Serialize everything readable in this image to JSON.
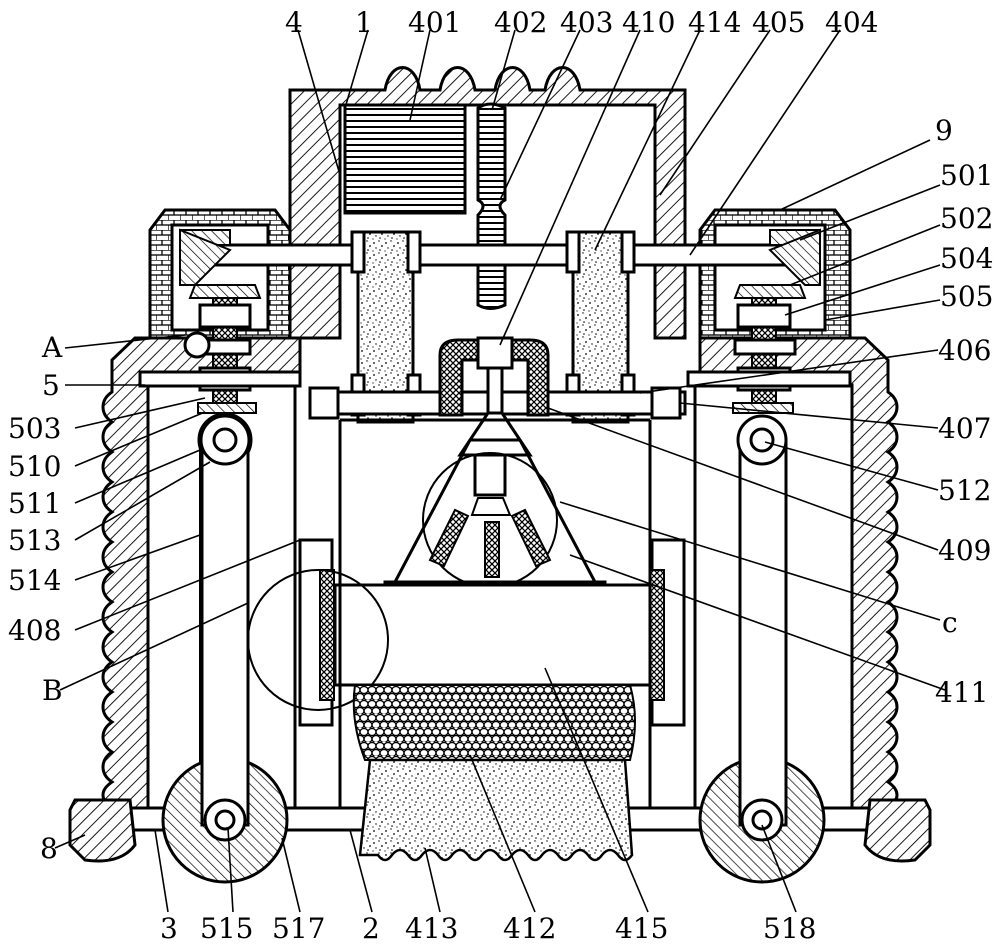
{
  "figure": {
    "labels": [
      {
        "id": "lbl-4",
        "text": "4"
      },
      {
        "id": "lbl-1",
        "text": "1"
      },
      {
        "id": "lbl-401",
        "text": "401"
      },
      {
        "id": "lbl-402",
        "text": "402"
      },
      {
        "id": "lbl-403",
        "text": "403"
      },
      {
        "id": "lbl-410",
        "text": "410"
      },
      {
        "id": "lbl-414",
        "text": "414"
      },
      {
        "id": "lbl-405",
        "text": "405"
      },
      {
        "id": "lbl-404",
        "text": "404"
      },
      {
        "id": "lbl-9",
        "text": "9"
      },
      {
        "id": "lbl-501",
        "text": "501"
      },
      {
        "id": "lbl-502",
        "text": "502"
      },
      {
        "id": "lbl-504",
        "text": "504"
      },
      {
        "id": "lbl-505",
        "text": "505"
      },
      {
        "id": "lbl-A",
        "text": "A"
      },
      {
        "id": "lbl-406",
        "text": "406"
      },
      {
        "id": "lbl-5",
        "text": "5"
      },
      {
        "id": "lbl-503",
        "text": "503"
      },
      {
        "id": "lbl-407",
        "text": "407"
      },
      {
        "id": "lbl-510",
        "text": "510"
      },
      {
        "id": "lbl-512",
        "text": "512"
      },
      {
        "id": "lbl-511",
        "text": "511"
      },
      {
        "id": "lbl-513",
        "text": "513"
      },
      {
        "id": "lbl-409",
        "text": "409"
      },
      {
        "id": "lbl-514",
        "text": "514"
      },
      {
        "id": "lbl-408",
        "text": "408"
      },
      {
        "id": "lbl-c",
        "text": "c"
      },
      {
        "id": "lbl-B",
        "text": "B"
      },
      {
        "id": "lbl-411",
        "text": "411"
      },
      {
        "id": "lbl-8",
        "text": "8"
      },
      {
        "id": "lbl-3",
        "text": "3"
      },
      {
        "id": "lbl-515",
        "text": "515"
      },
      {
        "id": "lbl-517",
        "text": "517"
      },
      {
        "id": "lbl-2",
        "text": "2"
      },
      {
        "id": "lbl-413",
        "text": "413"
      },
      {
        "id": "lbl-412",
        "text": "412"
      },
      {
        "id": "lbl-415",
        "text": "415"
      },
      {
        "id": "lbl-518",
        "text": "518"
      }
    ]
  }
}
